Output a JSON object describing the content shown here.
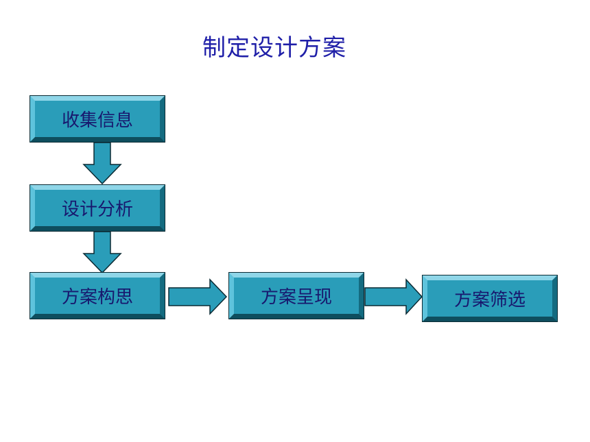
{
  "title": "制定设计方案",
  "colors": {
    "title": "#1f1fa8",
    "box_face": "#2a9db9",
    "box_text": "#18186e",
    "arrow_fill": "#2a9db9",
    "arrow_stroke": "#0a2a33"
  },
  "steps": [
    {
      "label": "收集信息"
    },
    {
      "label": "设计分析"
    },
    {
      "label": "方案构思"
    },
    {
      "label": "方案呈现"
    },
    {
      "label": "方案筛选"
    }
  ]
}
